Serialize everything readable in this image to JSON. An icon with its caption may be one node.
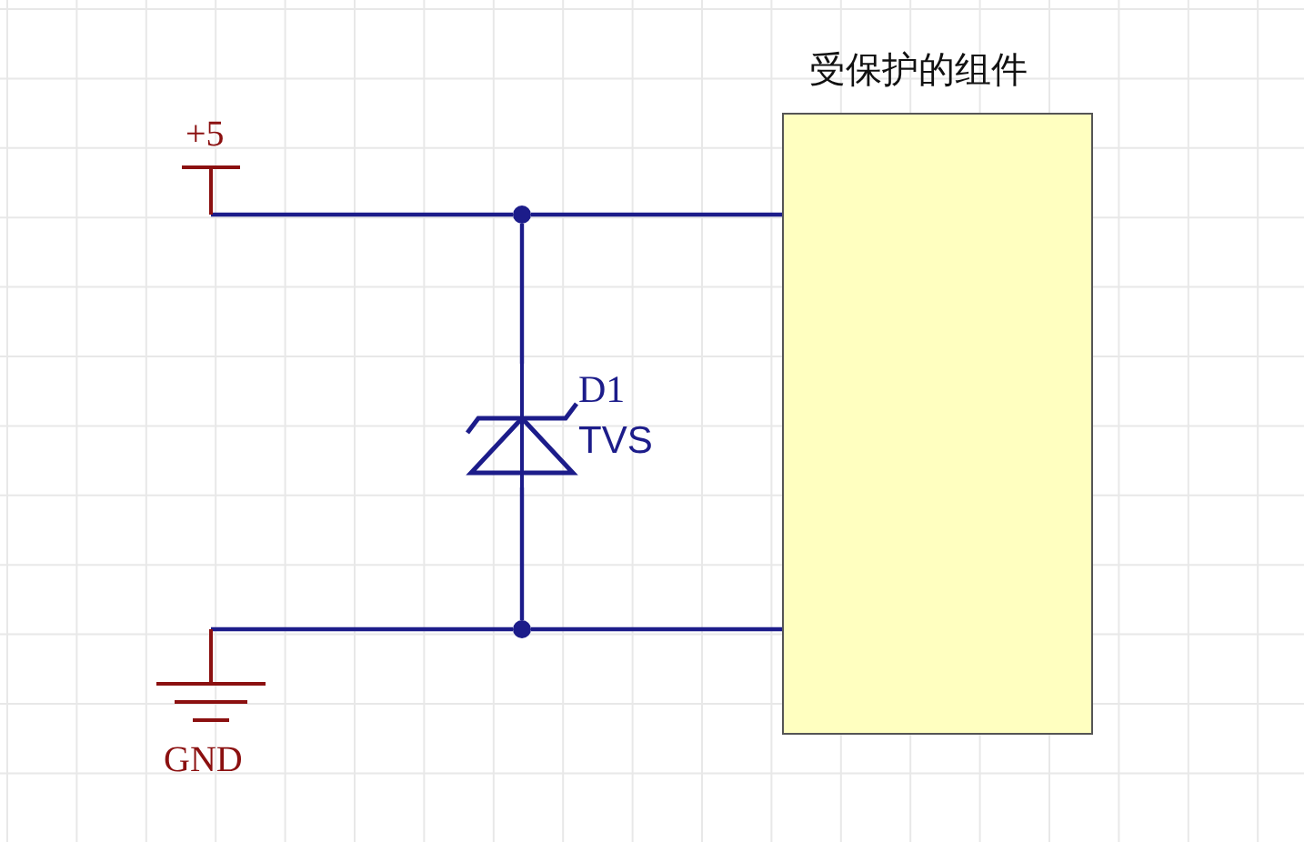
{
  "diagram": {
    "nodes": [
      {
        "text": [
          "+5"
        ]
      },
      {
        "text": [
          "D1",
          "TVS"
        ]
      },
      {
        "text": [
          "受保护的组件"
        ]
      },
      {
        "text": [
          "GND"
        ]
      },
      {
        "text": [],
        "shape": "circle"
      },
      {
        "text": [],
        "shape": "circle"
      }
    ],
    "edges": [
      {
        "from": 0,
        "to": 4,
        "arrow": "none"
      },
      {
        "from": 4,
        "to": 2,
        "arrow": "none"
      },
      {
        "from": 4,
        "to": 1,
        "arrow": "none"
      },
      {
        "from": 1,
        "to": 5,
        "arrow": "none"
      },
      {
        "from": 5,
        "to": 2,
        "arrow": "none"
      },
      {
        "from": 3,
        "to": 5,
        "arrow": "none"
      }
    ]
  }
}
